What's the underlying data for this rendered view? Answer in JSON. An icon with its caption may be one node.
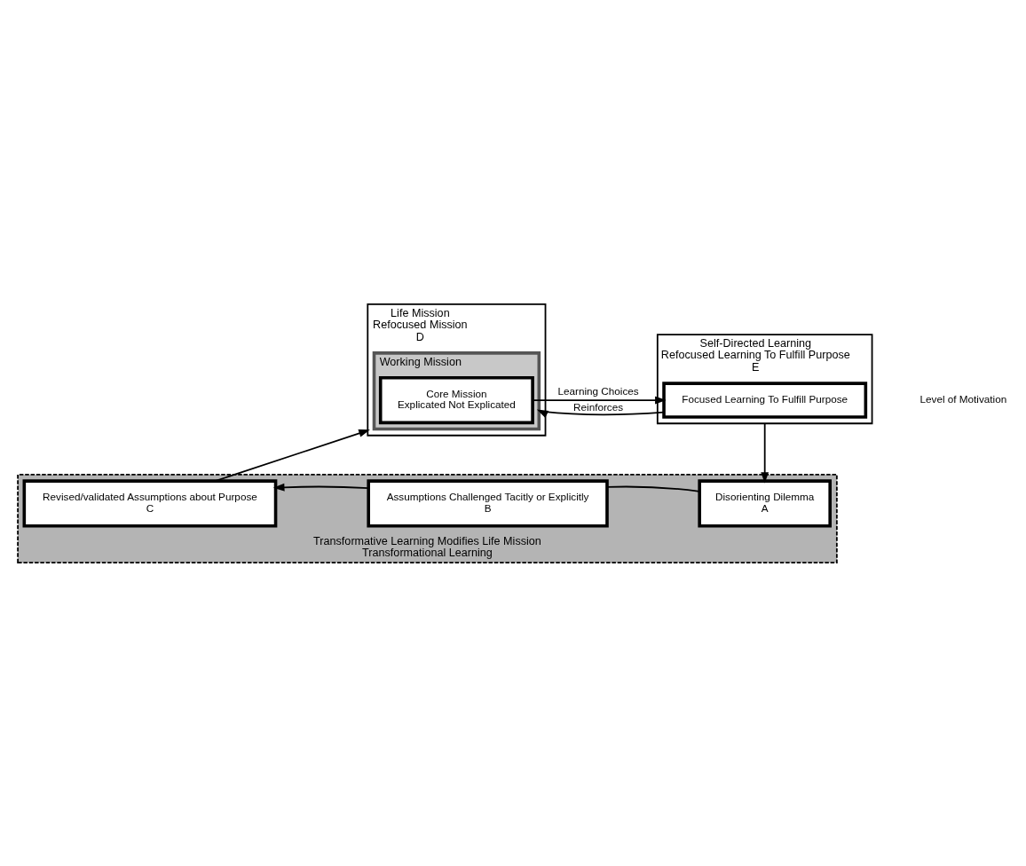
{
  "diagram": {
    "nodes": [
      {
        "text": [
          "Life Mission",
          "Refocused Mission",
          "D"
        ]
      },
      {
        "text": [
          "Working Mission"
        ],
        "in": 0
      },
      {
        "text": [
          "Core Mission",
          "Explicated Not Explicated"
        ],
        "in": 1
      },
      {
        "text": [
          "Self-Directed Learning",
          "Refocused Learning To Fulfill Purpose",
          "E"
        ]
      },
      {
        "text": [
          "Focused Learning To Fulfill Purpose"
        ],
        "in": 3
      },
      {
        "text": [
          "Transformative Learning Modifies Life Mission",
          "Transformational Learning"
        ]
      },
      {
        "text": [
          "Revised/validated Assumptions about Purpose",
          "C"
        ],
        "in": 5
      },
      {
        "text": [
          "Assumptions Challenged Tacitly or Explicitly",
          "B"
        ],
        "in": 5
      },
      {
        "text": [
          "Disorienting Dilemma",
          "A"
        ],
        "in": 5
      }
    ],
    "edges": [
      {
        "from": 2,
        "to": 4,
        "arrow": "to",
        "label": "Learning Choices"
      },
      {
        "from": 4,
        "to": 1,
        "arrow": "to",
        "label": "Reinforces"
      },
      {
        "from": 3,
        "to": 8,
        "arrow": "to"
      },
      {
        "from": 8,
        "to": 7,
        "arrow": "none"
      },
      {
        "from": 7,
        "to": 6,
        "arrow": "to"
      },
      {
        "from": 6,
        "to": 0,
        "arrow": "to"
      }
    ],
    "labels": [
      "Level of Motivation"
    ]
  }
}
